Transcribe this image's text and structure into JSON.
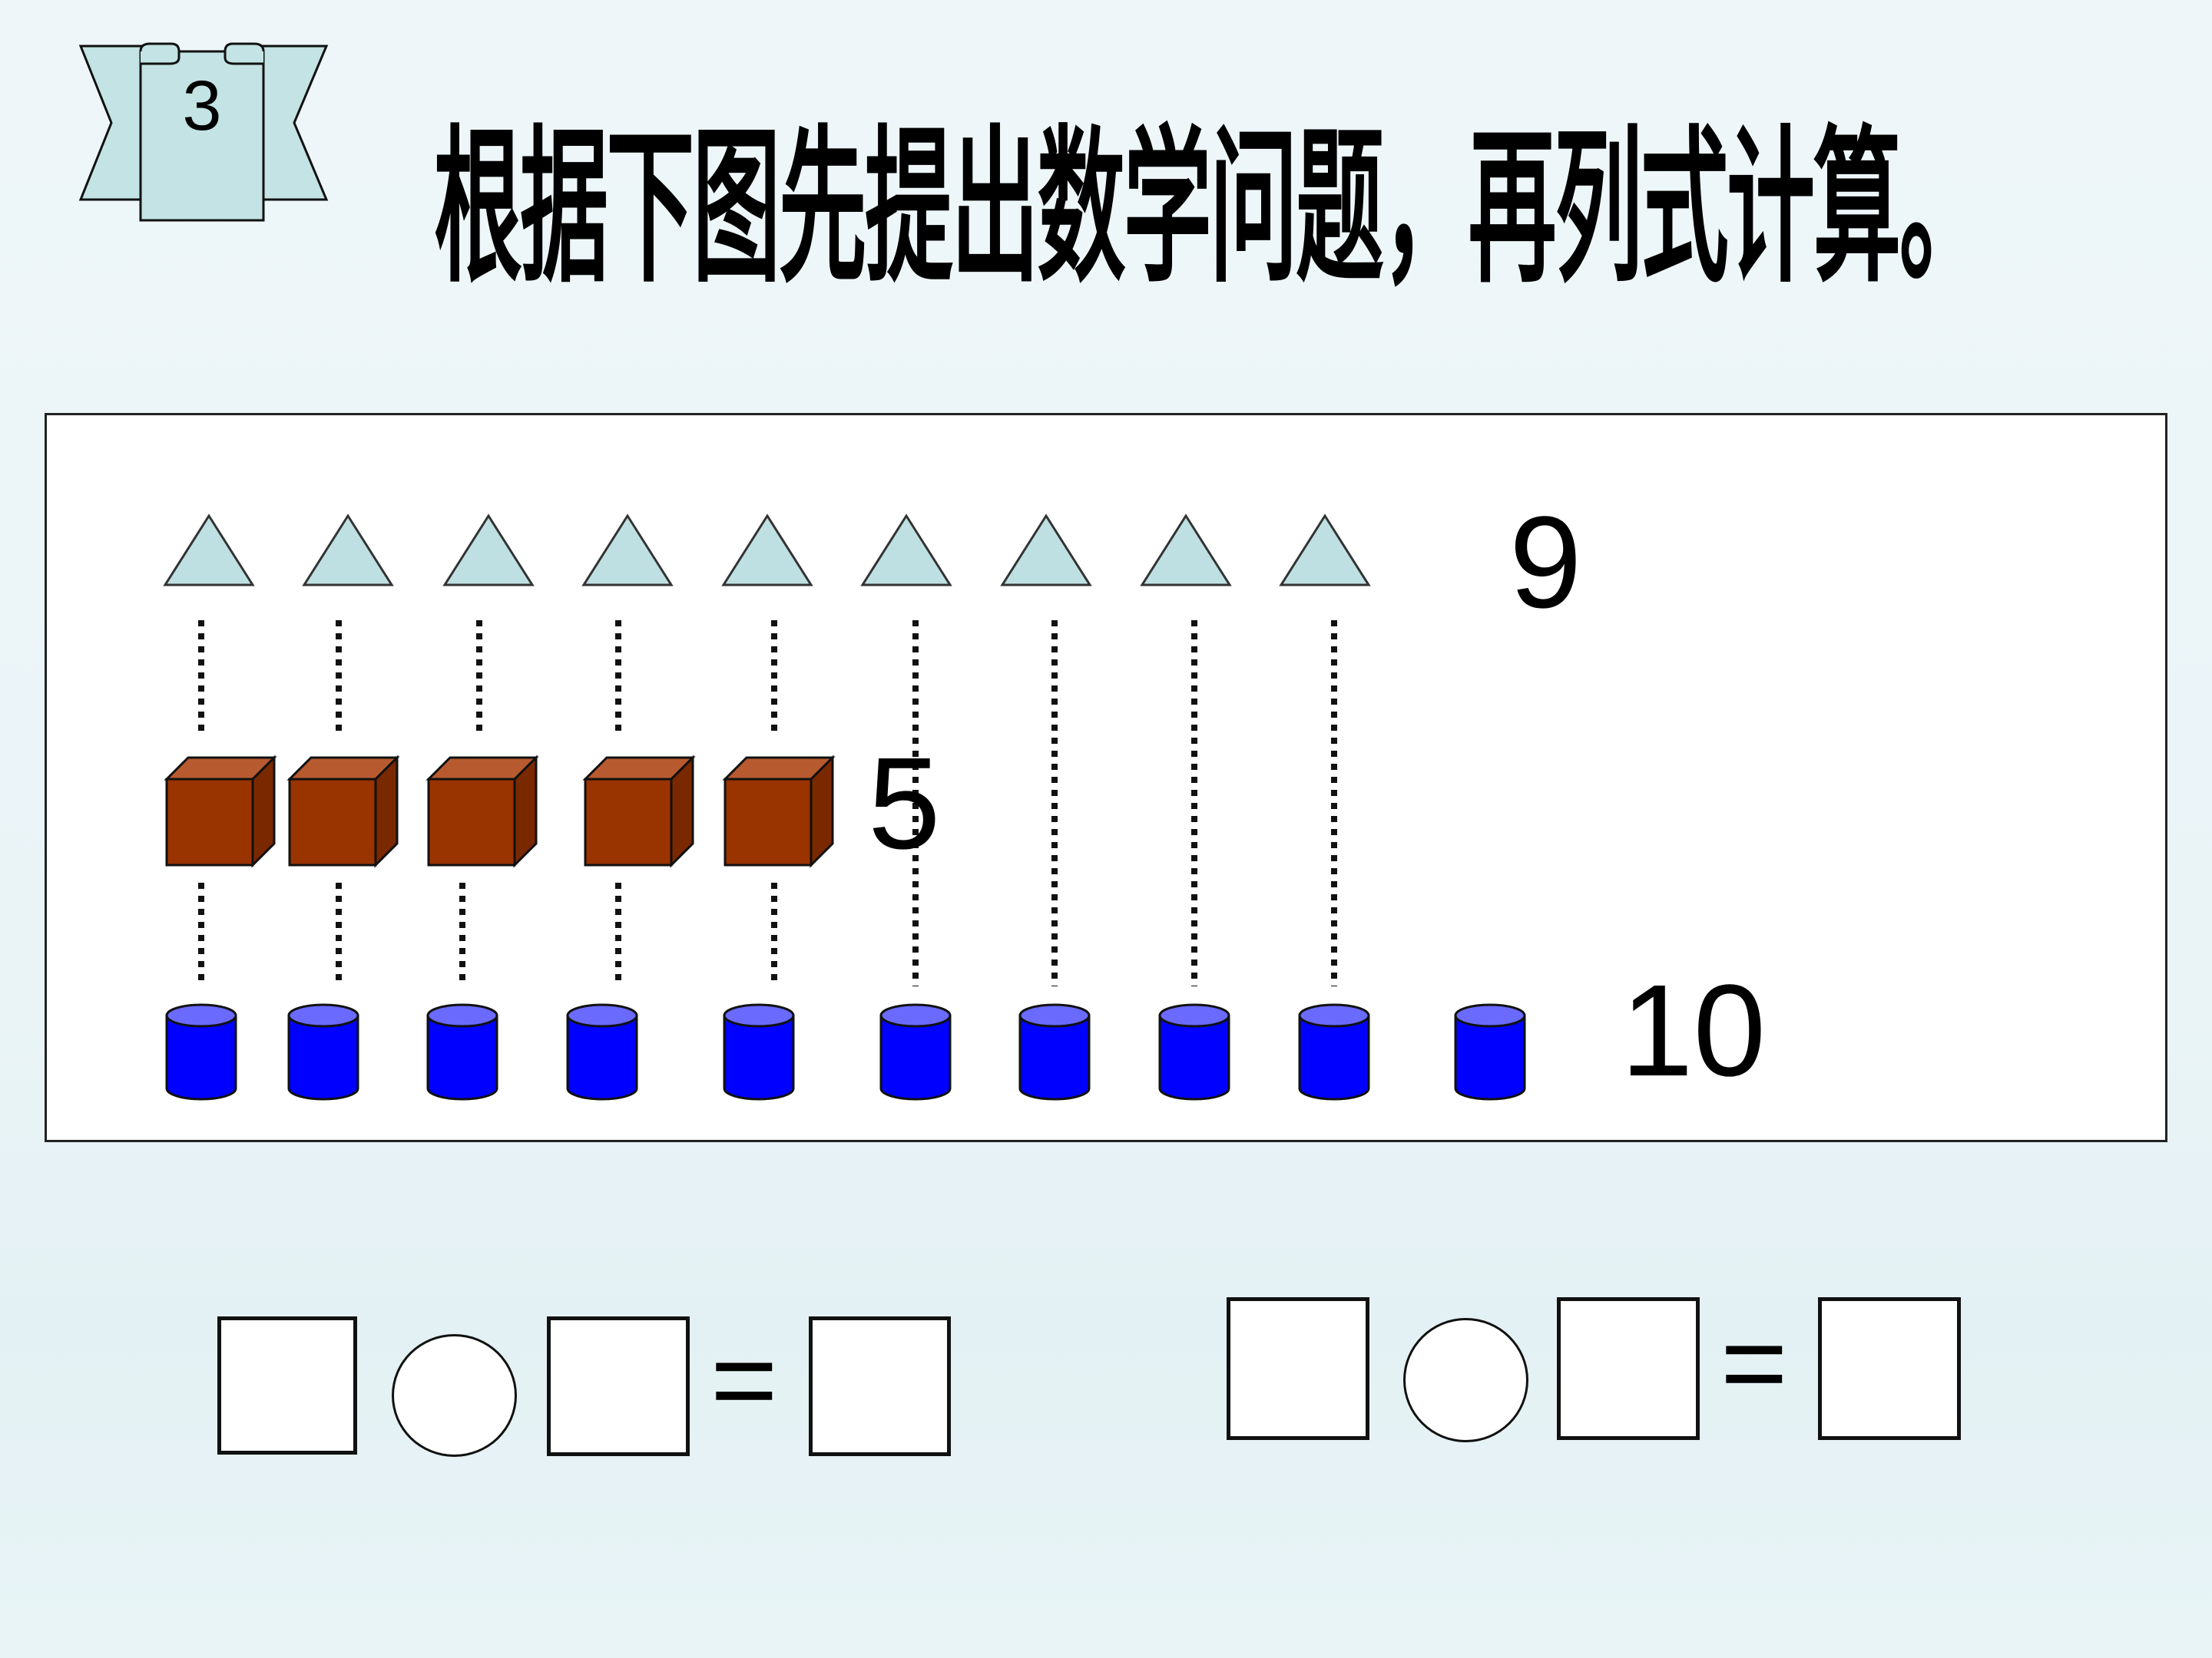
{
  "badge": {
    "number": "3"
  },
  "title": "根据下图先提出数学问题，再列式计算。",
  "figure": {
    "triangles": {
      "count": 9,
      "label": "9",
      "fill": "#bfe0e2",
      "stroke": "#333333"
    },
    "cubes": {
      "count": 5,
      "label": "5",
      "fill": "#993300",
      "stroke": "#111111"
    },
    "cylinders": {
      "count": 10,
      "label": "10",
      "fill": "#0000ff",
      "stroke": "#111111"
    }
  },
  "equations": {
    "equals_sign": "=",
    "items": [
      {
        "name": "equation-1"
      },
      {
        "name": "equation-2"
      }
    ]
  },
  "colors": {
    "badge_fill": "#c3e3e4",
    "background": "#eaf4f7"
  }
}
